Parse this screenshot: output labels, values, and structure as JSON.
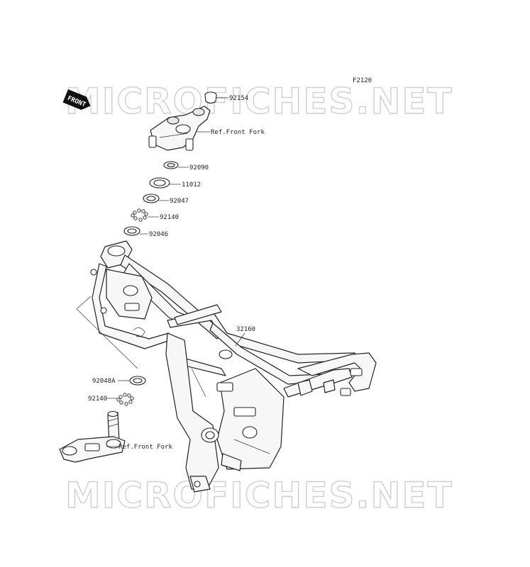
{
  "diagram": {
    "code": "F2120",
    "watermark": "MICROFICHES.NET",
    "front_tag": "FRONT",
    "labels": [
      {
        "id": "l92154",
        "text": "92154"
      },
      {
        "id": "lfork1",
        "text": "Ref.Front Fork"
      },
      {
        "id": "l92090",
        "text": "92090"
      },
      {
        "id": "l11012",
        "text": "11012"
      },
      {
        "id": "l92047",
        "text": "92047"
      },
      {
        "id": "l92140a",
        "text": "92140"
      },
      {
        "id": "l92046",
        "text": "92046"
      },
      {
        "id": "l32160",
        "text": "32160"
      },
      {
        "id": "l92048a",
        "text": "92048A"
      },
      {
        "id": "l92140b",
        "text": "92140"
      },
      {
        "id": "lfork2",
        "text": "Ref.Front Fork"
      }
    ]
  }
}
